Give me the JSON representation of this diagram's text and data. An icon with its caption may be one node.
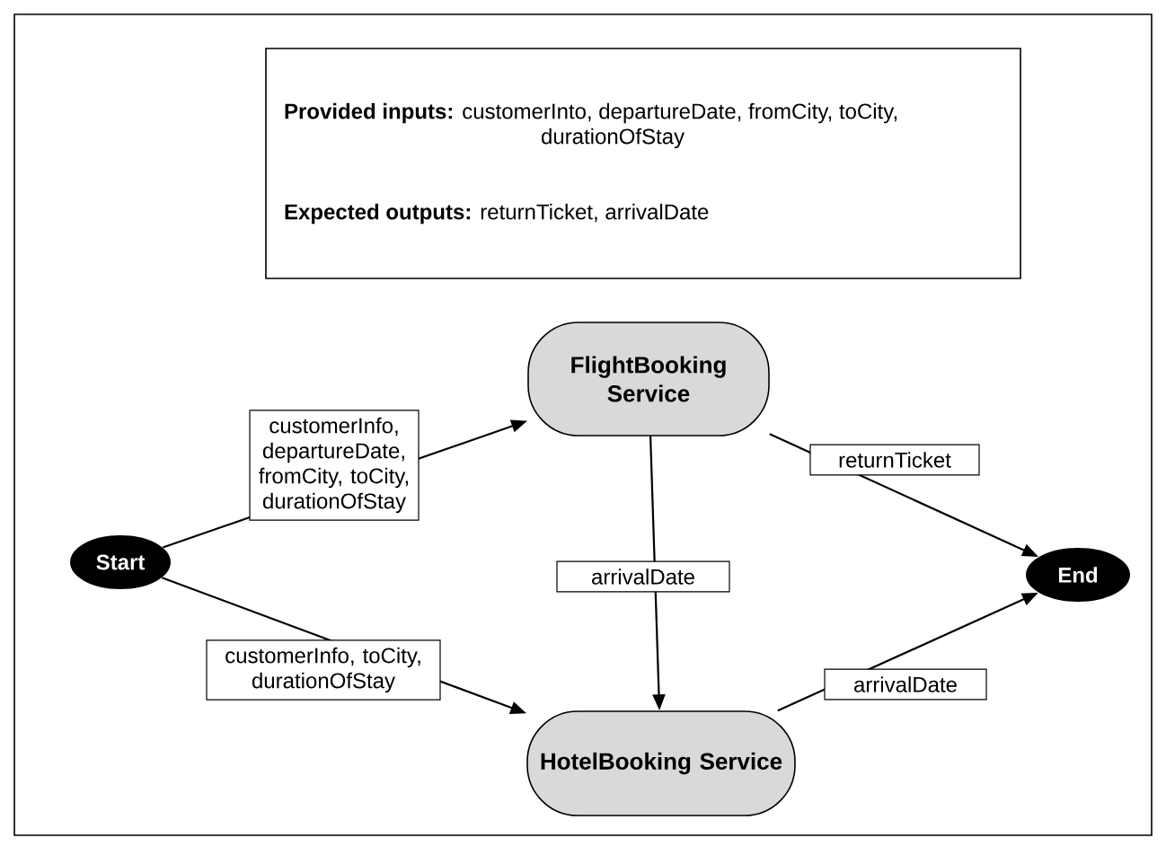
{
  "diagram": {
    "nodes": [
      {
        "text": [
          "**Provided inputs:** customerInto, departureDate, fromCity, toCity, durationOfStay",
          "**Expected outputs:** returnTicket, arrivalDate"
        ]
      },
      {
        "text": [
          "Start"
        ]
      },
      {
        "text": [
          "FlightBooking Service"
        ]
      },
      {
        "text": [
          "HotelBooking Service"
        ]
      },
      {
        "text": [
          "End"
        ]
      }
    ],
    "edges": [
      {
        "from": 1,
        "to": 2,
        "arrow": "to",
        "label": "customerInfo, departureDate, fromCity, toCity, durationOfStay"
      },
      {
        "from": 1,
        "to": 3,
        "arrow": "to",
        "label": "customerInfo, toCity, durationOfStay"
      },
      {
        "from": 2,
        "to": 3,
        "arrow": "to",
        "label": "arrivalDate"
      },
      {
        "from": 2,
        "to": 4,
        "arrow": "to",
        "label": "returnTicket"
      },
      {
        "from": 3,
        "to": 4,
        "arrow": "to",
        "label": "arrivalDate"
      }
    ]
  }
}
